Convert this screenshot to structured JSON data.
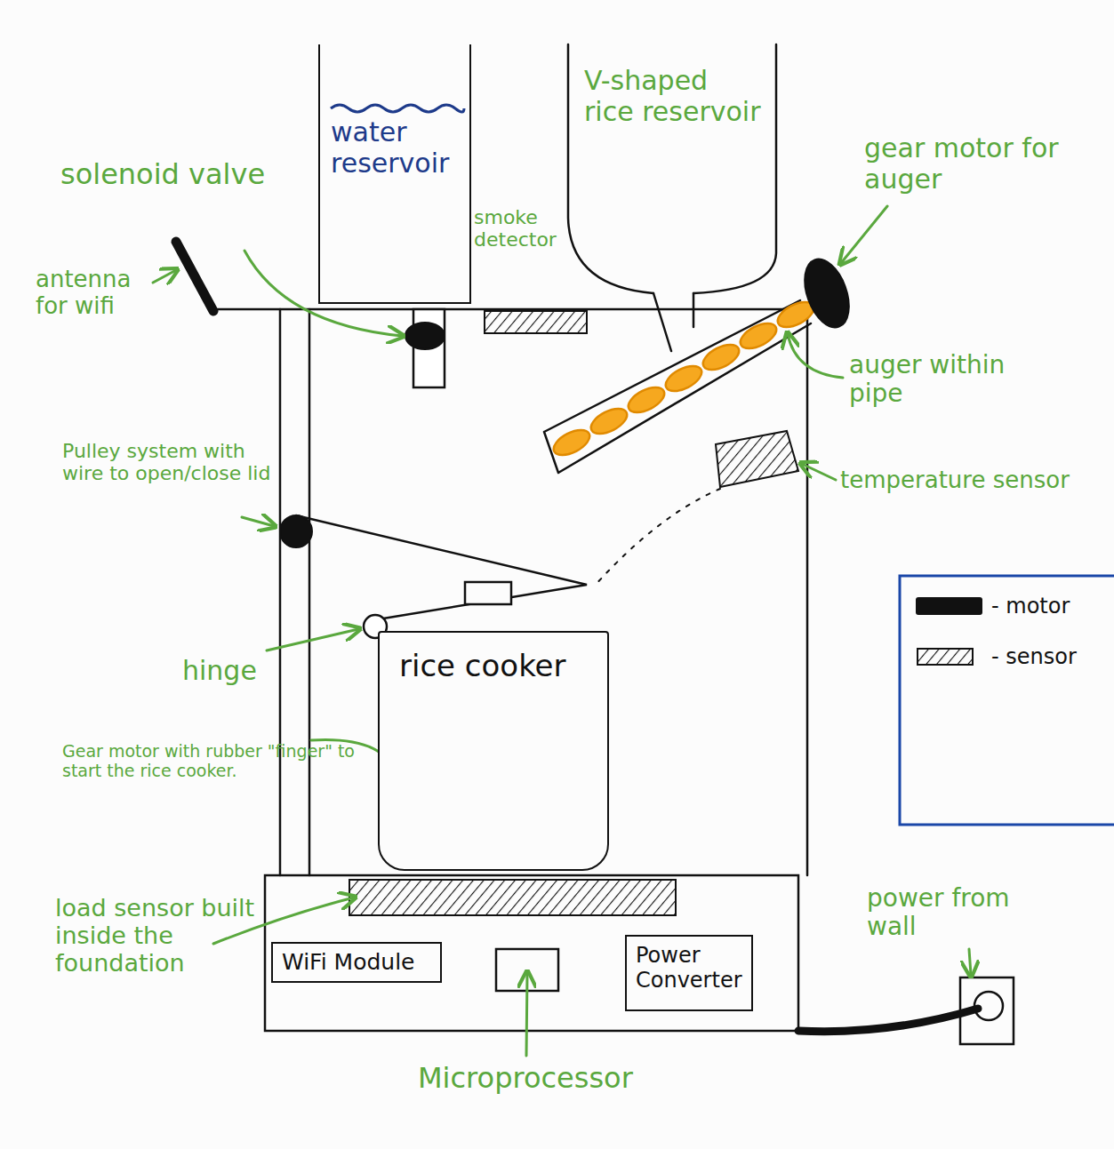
{
  "diagram": {
    "nodes": [
      {
        "text": [
          "water reservoir"
        ]
      },
      {
        "text": [
          "V-shaped rice reservoir"
        ]
      },
      {
        "text": [
          "rice cooker"
        ]
      },
      {
        "text": [
          "WiFi Module"
        ]
      },
      {
        "text": [
          "Power Converter"
        ]
      }
    ],
    "labels": [
      "solenoid valve",
      "antenna for wifi",
      "smoke detector",
      "gear motor for auger",
      "auger within pipe",
      "temperature sensor",
      "Pulley system with wire to open/close lid",
      "hinge",
      "Gear motor with rubber \"finger\" to start the rice cooker.",
      "load sensor built inside the foundation",
      "Microprocessor",
      "power from wall"
    ],
    "legend": [
      {
        "text": "- motor",
        "color": "#111111"
      },
      {
        "text": "- sensor"
      }
    ]
  }
}
